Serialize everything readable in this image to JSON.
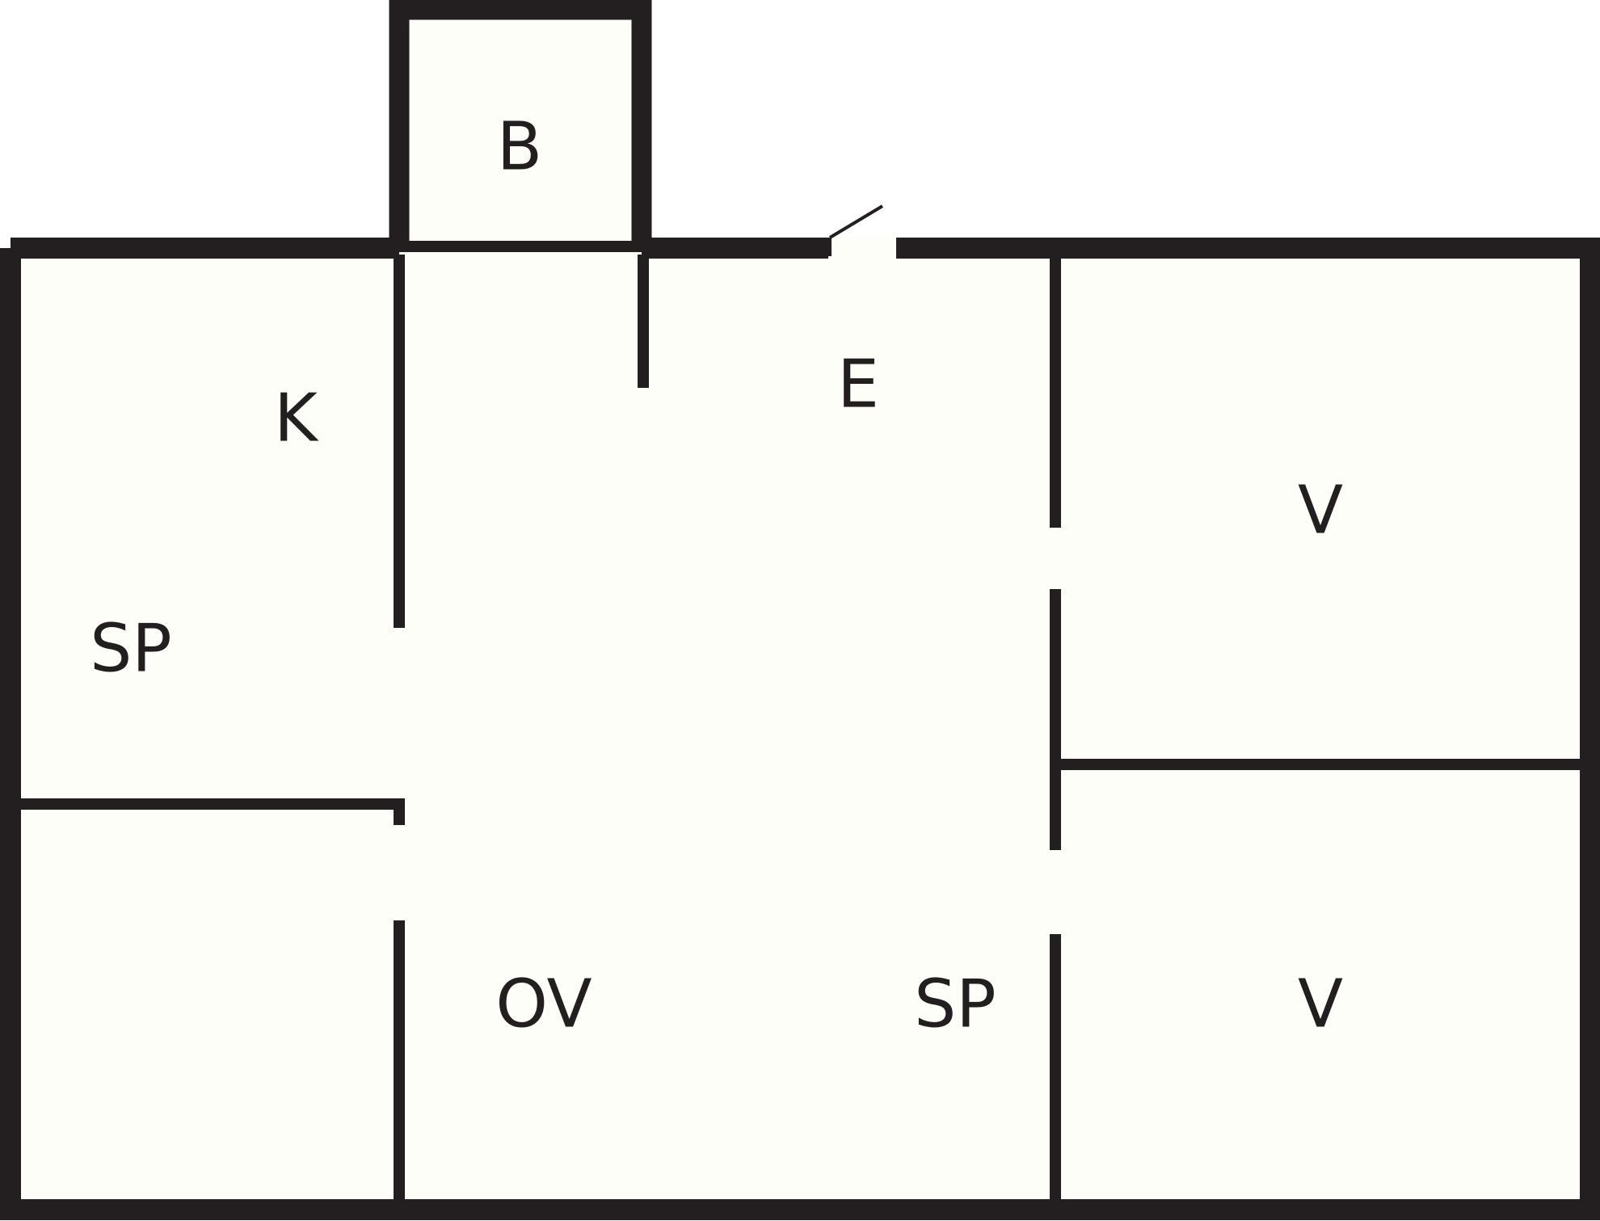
{
  "colors": {
    "wall": "#231f20",
    "floor": "#fdfef8",
    "background": "#ffffff"
  },
  "rooms": {
    "balcony": "B",
    "kitchen": "K",
    "entrance": "E",
    "bedroom_top": "V",
    "wardrobe_left": "SP",
    "living_room": "OV",
    "wardrobe_center": "SP",
    "bedroom_bottom": "V"
  }
}
